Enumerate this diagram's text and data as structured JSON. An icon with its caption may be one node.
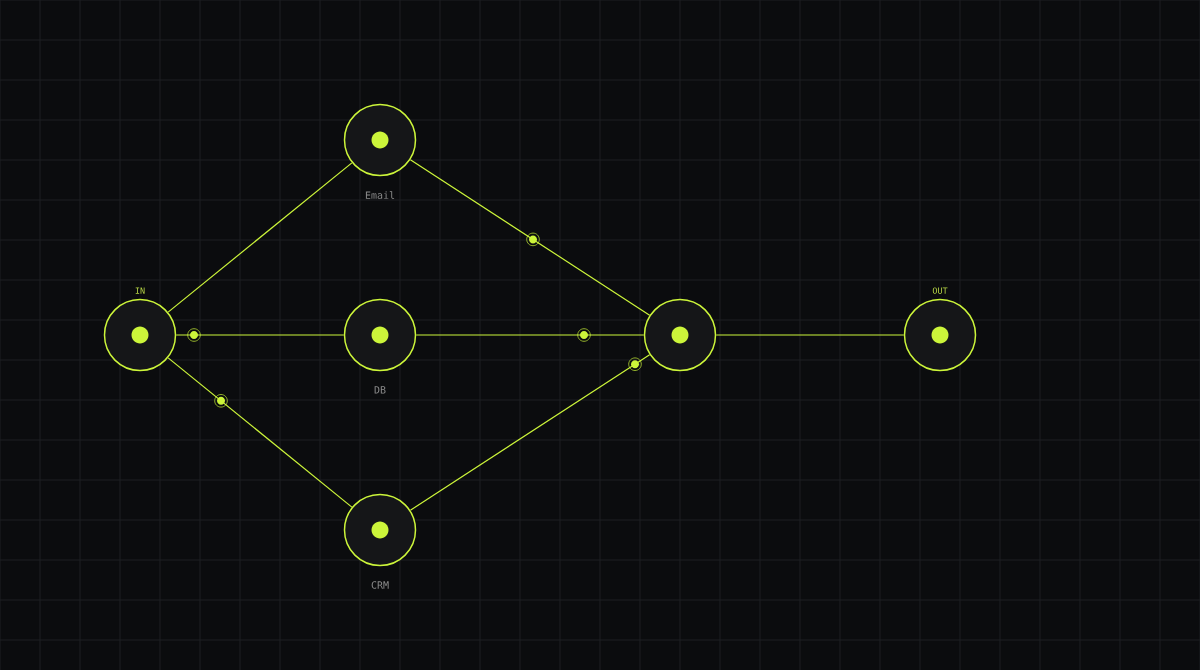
{
  "diagram": {
    "nodes": [
      {
        "text": [
          "IN"
        ]
      },
      {
        "text": [
          "Email"
        ]
      },
      {
        "text": [
          "DB"
        ]
      },
      {
        "text": [
          "CRM"
        ]
      },
      {
        "text": [],
        "shape": "circle"
      },
      {
        "text": [
          "OUT"
        ]
      }
    ],
    "edges": [
      {
        "from": 0,
        "to": 1,
        "arrow": "none"
      },
      {
        "from": 0,
        "to": 2,
        "arrow": "none"
      },
      {
        "from": 0,
        "to": 3,
        "arrow": "none"
      },
      {
        "from": 1,
        "to": 4,
        "arrow": "none"
      },
      {
        "from": 2,
        "to": 4,
        "arrow": "none"
      },
      {
        "from": 3,
        "to": 4,
        "arrow": "none"
      },
      {
        "from": 4,
        "to": 5,
        "arrow": "none"
      }
    ]
  }
}
